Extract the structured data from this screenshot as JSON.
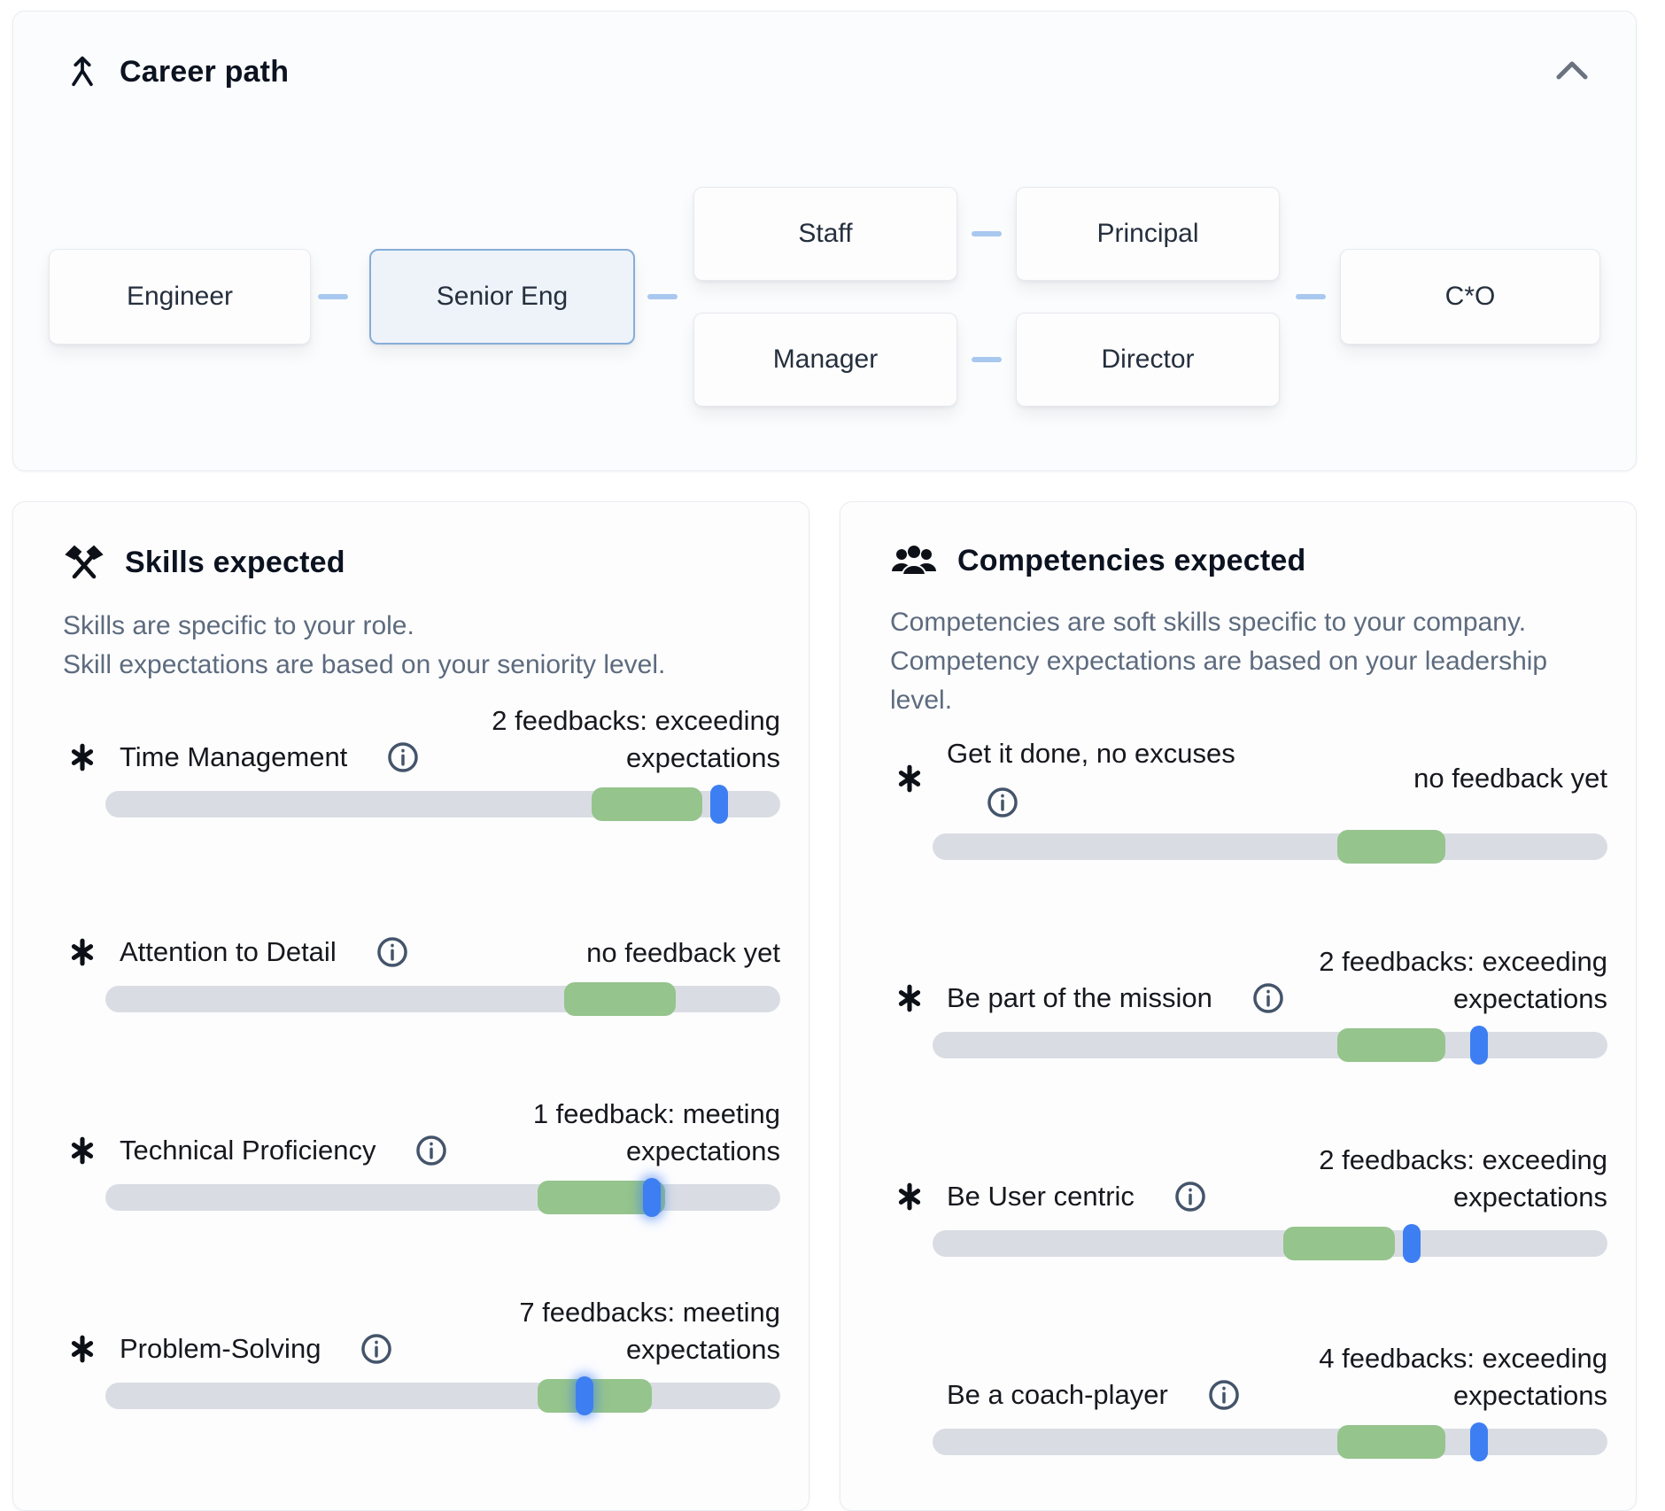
{
  "career_path": {
    "title": "Career path",
    "nodes": [
      {
        "label": "Engineer",
        "highlighted": false
      },
      {
        "label": "Senior Eng",
        "highlighted": true
      },
      {
        "label": "Staff",
        "highlighted": false
      },
      {
        "label": "Manager",
        "highlighted": false
      },
      {
        "label": "Principal",
        "highlighted": false
      },
      {
        "label": "Director",
        "highlighted": false
      },
      {
        "label": "C*O",
        "highlighted": false
      }
    ]
  },
  "skills": {
    "title": "Skills expected",
    "description_lines": [
      "Skills are specific to your role.",
      "Skill expectations are based on your seniority level."
    ],
    "items": [
      {
        "name": "Time Management",
        "has_icon": true,
        "feedback_line1": "2 feedbacks: exceeding",
        "feedback_line2": "expectations",
        "band_start_pct": 72,
        "band_end_pct": 88.5,
        "thumb_pct": 91,
        "thumb_glow": false
      },
      {
        "name": "Attention to Detail",
        "has_icon": true,
        "feedback_line1": "no feedback yet",
        "feedback_line2": null,
        "band_start_pct": 68,
        "band_end_pct": 84.5,
        "thumb_pct": null,
        "thumb_glow": false
      },
      {
        "name": "Technical Proficiency",
        "has_icon": true,
        "feedback_line1": "1 feedback: meeting",
        "feedback_line2": "expectations",
        "band_start_pct": 64,
        "band_end_pct": 83,
        "thumb_pct": 81,
        "thumb_glow": true
      },
      {
        "name": "Problem-Solving",
        "has_icon": true,
        "feedback_line1": "7 feedbacks: meeting",
        "feedback_line2": "expectations",
        "band_start_pct": 64,
        "band_end_pct": 81,
        "thumb_pct": 71,
        "thumb_glow": true
      }
    ]
  },
  "competencies": {
    "title": "Competencies expected",
    "description_lines": [
      "Competencies are soft skills specific to your company.",
      "Competency expectations are based on your leadership level."
    ],
    "items": [
      {
        "name": "Get it done, no excuses",
        "has_icon": true,
        "feedback_line1": "no feedback yet",
        "feedback_line2": null,
        "band_start_pct": 60,
        "band_end_pct": 76,
        "thumb_pct": null,
        "thumb_glow": false
      },
      {
        "name": "Be part of the mission",
        "has_icon": true,
        "feedback_line1": "2 feedbacks: exceeding",
        "feedback_line2": "expectations",
        "band_start_pct": 60,
        "band_end_pct": 76,
        "thumb_pct": 81,
        "thumb_glow": false
      },
      {
        "name": "Be User centric",
        "has_icon": true,
        "feedback_line1": "2 feedbacks: exceeding",
        "feedback_line2": "expectations",
        "band_start_pct": 52,
        "band_end_pct": 68.5,
        "thumb_pct": 71,
        "thumb_glow": false
      },
      {
        "name": "Be a coach-player",
        "has_icon": false,
        "feedback_line1": "4 feedbacks: exceeding",
        "feedback_line2": "expectations",
        "band_start_pct": 60,
        "band_end_pct": 76,
        "thumb_pct": 81,
        "thumb_glow": false
      }
    ]
  },
  "icons": {
    "career": "career-path-icon",
    "collapse": "chevron-up-icon",
    "skills": "crossed-tools-icon",
    "competencies": "people-group-icon",
    "skill_row": "asterisk-icon",
    "details": "info-icon"
  },
  "colors": {
    "accent_blue": "#3d7ef2",
    "band_green": "#95c48c",
    "track_gray": "#d9dde3",
    "highlight_border": "#86add9",
    "highlight_bg": "#eef3fa",
    "connector_blue": "#a9c8ef"
  }
}
